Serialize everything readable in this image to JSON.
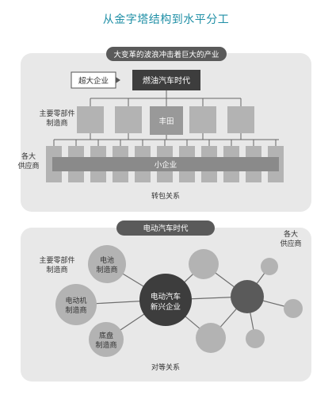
{
  "title": "从金字塔结构到水平分工",
  "top_panel": {
    "banner": "大变革的波浪冲击着巨大的产业",
    "super_label": "超大企业",
    "era_box": "燃油汽车时代",
    "parts_label_1": "主要零部件",
    "parts_label_2": "制造商",
    "toyota": "丰田",
    "supplier_label_1": "各大",
    "supplier_label_2": "供应商",
    "small_company": "小企业",
    "relation": "转包关系"
  },
  "bottom_panel": {
    "banner": "电动汽车时代",
    "supplier_label_1": "各大",
    "supplier_label_2": "供应商",
    "parts_label_1": "主要零部件",
    "parts_label_2": "制造商",
    "battery_1": "电池",
    "battery_2": "制造商",
    "motor_1": "电动机",
    "motor_2": "制造商",
    "center_1": "电动汽车",
    "center_2": "新兴企业",
    "chassis_1": "底盘",
    "chassis_2": "制造商",
    "relation": "对等关系"
  },
  "colors": {
    "title": "#1f8fa6",
    "panel": "#e8e8e8",
    "dark": "#3d3d3d",
    "box": "#b3b3b3"
  }
}
